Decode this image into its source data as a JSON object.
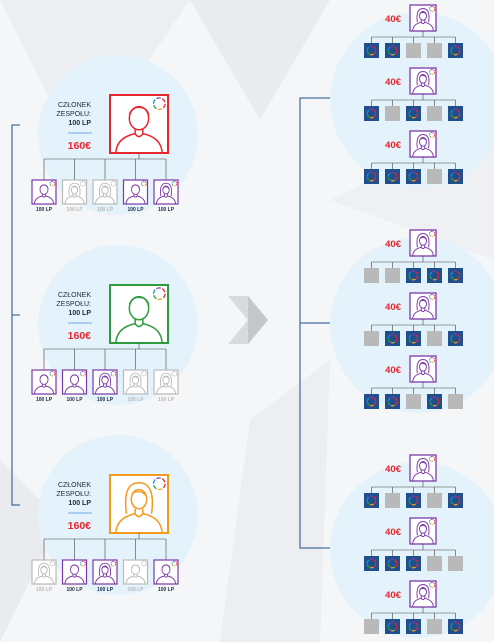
{
  "colors": {
    "accent_red": "#e8262d",
    "navy": "#1f2a44",
    "purple": "#7b3aa6",
    "green": "#2e9b3e",
    "orange": "#f39a1d",
    "grey": "#b9b9b9",
    "circle_bg": "#e4f2fb",
    "line": "#1f4f8c"
  },
  "left_groups": [
    {
      "title_line1": "CZŁONEK",
      "title_line2": "ZESPOŁU:",
      "lp": "100 LP",
      "price": "160€",
      "main_avatar": {
        "gender": "male",
        "color": "#e8262d"
      },
      "children": [
        {
          "gender": "male",
          "active": true,
          "label": "100 LP"
        },
        {
          "gender": "female",
          "active": false,
          "label": "100 LP"
        },
        {
          "gender": "female",
          "active": false,
          "label": "100 LP"
        },
        {
          "gender": "male",
          "active": true,
          "label": "100 LP"
        },
        {
          "gender": "female",
          "active": true,
          "label": "100 LP"
        }
      ]
    },
    {
      "title_line1": "CZŁONEK",
      "title_line2": "ZESPOŁU:",
      "lp": "100 LP",
      "price": "160€",
      "main_avatar": {
        "gender": "male",
        "color": "#2e9b3e"
      },
      "children": [
        {
          "gender": "male",
          "active": true,
          "label": "100 LP"
        },
        {
          "gender": "male",
          "active": true,
          "label": "100 LP"
        },
        {
          "gender": "female",
          "active": true,
          "label": "100 LP"
        },
        {
          "gender": "female",
          "active": false,
          "label": "100 LP"
        },
        {
          "gender": "female",
          "active": false,
          "label": "100 LP"
        }
      ]
    },
    {
      "title_line1": "CZŁONEK",
      "title_line2": "ZESPOŁU:",
      "lp": "100 LP",
      "price": "160€",
      "main_avatar": {
        "gender": "female",
        "color": "#f39a1d"
      },
      "children": [
        {
          "gender": "female",
          "active": false,
          "label": "100 LP"
        },
        {
          "gender": "male",
          "active": true,
          "label": "100 LP"
        },
        {
          "gender": "female",
          "active": true,
          "label": "100 LP"
        },
        {
          "gender": "male",
          "active": false,
          "label": "100 LP"
        },
        {
          "gender": "male",
          "active": true,
          "label": "100 LP"
        }
      ]
    }
  ],
  "right_groups": [
    {
      "rows": [
        {
          "price": "40€",
          "tiles": [
            "ring",
            "ring",
            "grey",
            "grey",
            "ring"
          ]
        },
        {
          "price": "40€",
          "tiles": [
            "ring",
            "grey",
            "ring",
            "grey",
            "ring"
          ]
        },
        {
          "price": "40€",
          "tiles": [
            "ring",
            "ring",
            "ring",
            "grey",
            "ring"
          ]
        }
      ]
    },
    {
      "rows": [
        {
          "price": "40€",
          "tiles": [
            "grey",
            "grey",
            "ring",
            "ring",
            "ring"
          ]
        },
        {
          "price": "40€",
          "tiles": [
            "grey",
            "ring",
            "ring",
            "grey",
            "ring"
          ]
        },
        {
          "price": "40€",
          "tiles": [
            "ring",
            "ring",
            "grey",
            "ring",
            "grey"
          ]
        }
      ]
    },
    {
      "rows": [
        {
          "price": "40€",
          "tiles": [
            "ring",
            "grey",
            "ring",
            "grey",
            "ring"
          ]
        },
        {
          "price": "40€",
          "tiles": [
            "ring",
            "ring",
            "ring",
            "grey",
            "grey"
          ]
        },
        {
          "price": "40€",
          "tiles": [
            "grey",
            "ring",
            "ring",
            "grey",
            "ring"
          ]
        }
      ]
    }
  ]
}
